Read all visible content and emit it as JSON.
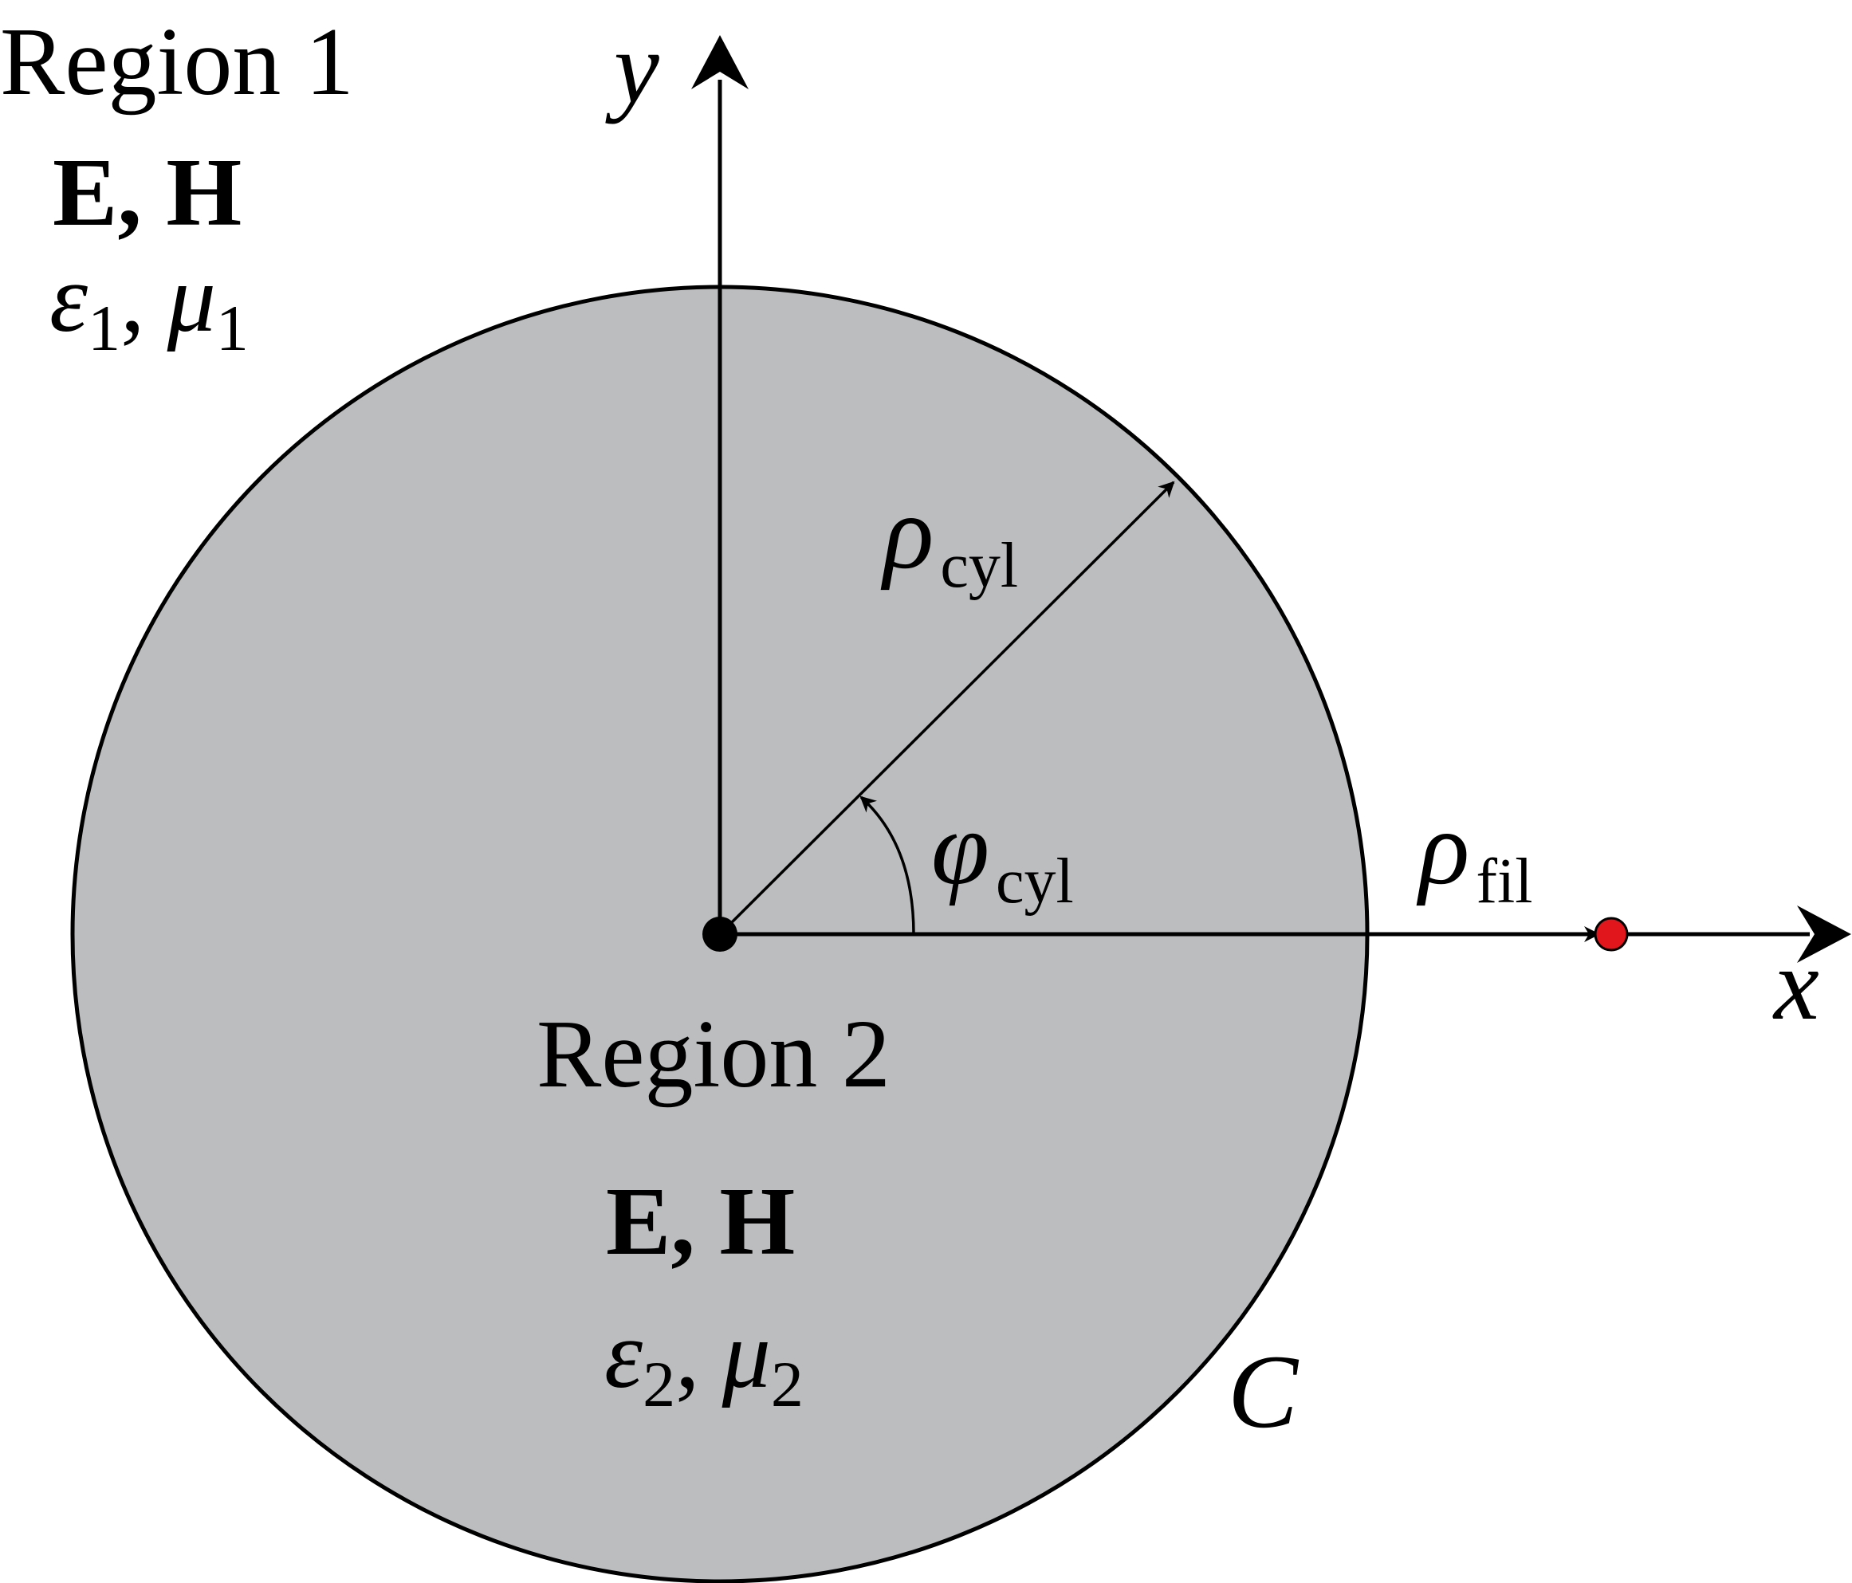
{
  "region1": {
    "title": "Region 1",
    "fields": "E, H",
    "eps_symbol": "ε",
    "eps_sub": "1",
    "comma": ",",
    "mu_symbol": "μ",
    "mu_sub": "1"
  },
  "region2": {
    "title": "Region 2",
    "fields": "E, H",
    "eps_symbol": "ε",
    "eps_sub": "2",
    "comma": ",",
    "mu_symbol": "μ",
    "mu_sub": "2"
  },
  "axes": {
    "x_label": "x",
    "y_label": "y"
  },
  "radius_label": {
    "symbol": "ρ",
    "sub": "cyl"
  },
  "angle_label": {
    "symbol": "φ",
    "sub": "cyl"
  },
  "filament_label": {
    "symbol": "ρ",
    "sub": "fil"
  },
  "contour_label": "C",
  "colors": {
    "cylinder_fill": "#bcbdbf",
    "stroke": "#000000",
    "filament": "#e0161c"
  }
}
